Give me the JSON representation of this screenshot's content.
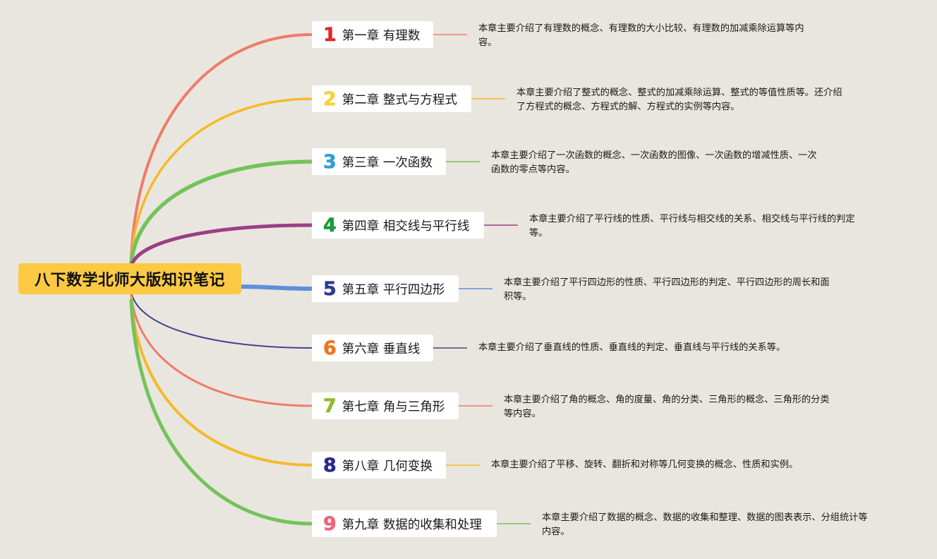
{
  "root": {
    "label": "八下数学北师大版知识笔记",
    "color": "#fcc944"
  },
  "chapters": [
    {
      "number": "1",
      "title": "第一章 有理数",
      "color": "#e5252e",
      "line_color": "#f07b68",
      "description": "本章主要介绍了有理数的概念、有理数的大小比较、有理数的加减乘除运算等内\n容。"
    },
    {
      "number": "2",
      "title": "第二章 整式与方程式",
      "color": "#f4d23a",
      "line_color": "#f6b92a",
      "description": "本章主要介绍了整式的概念、整式的加减乘除运算、整式的等值性质等。还介绍\n了方程式的概念、方程式的解、方程式的实例等内容。"
    },
    {
      "number": "3",
      "title": "第三章 一次函数",
      "color": "#2f9fd7",
      "line_color": "#73c35a",
      "description": "本章主要介绍了一次函数的概念、一次函数的图像、一次函数的增减性质、一次\n函数的零点等内容。"
    },
    {
      "number": "4",
      "title": "第四章 相交线与平行线",
      "color": "#1a9b3c",
      "line_color": "#9b3f86",
      "description": "本章主要介绍了平行线的性质、平行线与相交线的关系、相交线与平行线的判定\n等。"
    },
    {
      "number": "5",
      "title": "第五章 平行四边形",
      "color": "#2e3d8f",
      "line_color": "#5e8fdc",
      "description": "本章主要介绍了平行四边形的性质、平行四边形的判定、平行四边形的周长和面\n积等。"
    },
    {
      "number": "6",
      "title": "第六章 垂直线",
      "color": "#f1731f",
      "line_color": "#444393",
      "description": "本章主要介绍了垂直线的性质、垂直线的判定、垂直线与平行线的关系等。"
    },
    {
      "number": "7",
      "title": "第七章 角与三角形",
      "color": "#8fba2c",
      "line_color": "#f07b68",
      "description": "本章主要介绍了角的概念、角的度量、角的分类、三角形的概念、三角形的分类\n等内容。"
    },
    {
      "number": "8",
      "title": "第八章 几何变换",
      "color": "#2b2a8a",
      "line_color": "#f6b92a",
      "description": "本章主要介绍了平移、旋转、翻折和对称等几何变换的概念、性质和实例。"
    },
    {
      "number": "9",
      "title": "第九章 数据的收集和处理",
      "color": "#f0637a",
      "line_color": "#73c35a",
      "description": "本章主要介绍了数据的概念、数据的收集和整理、数据的图表表示、分组统计等\n内容。"
    }
  ]
}
